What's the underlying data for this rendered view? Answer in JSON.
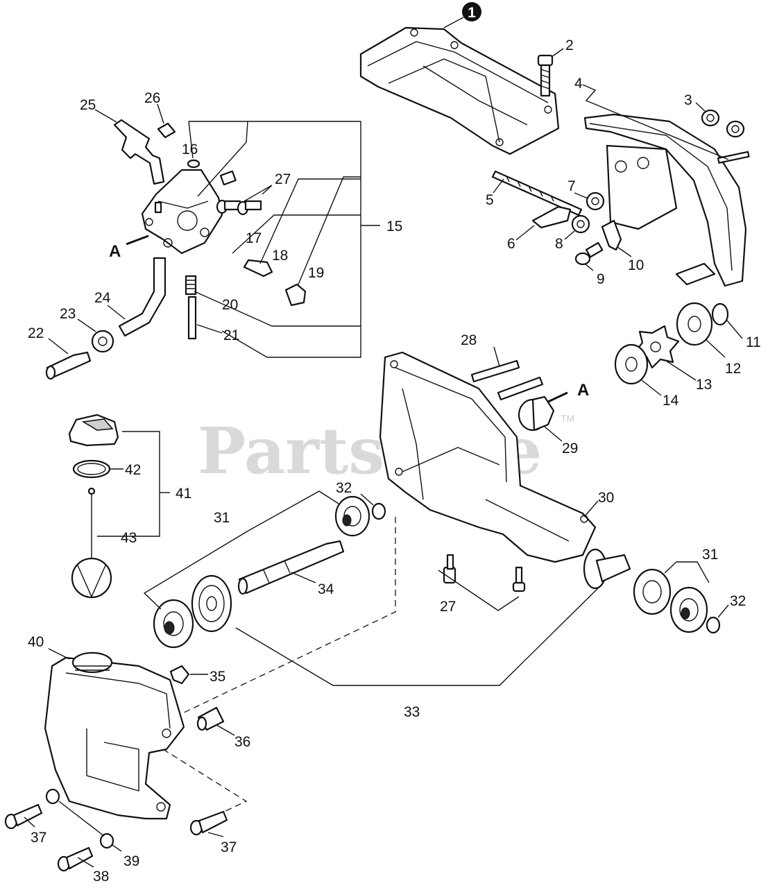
{
  "watermark": {
    "text": "PartsTree",
    "tm": "TM"
  },
  "badge_1": "1",
  "view_marker": "A",
  "callouts": {
    "n2": "2",
    "n3": "3",
    "n4": "4",
    "n5": "5",
    "n6": "6",
    "n7": "7",
    "n8": "8",
    "n9": "9",
    "n10": "10",
    "n11": "11",
    "n12": "12",
    "n13": "13",
    "n14": "14",
    "n15": "15",
    "n16": "16",
    "n17": "17",
    "n18": "18",
    "n19": "19",
    "n20": "20",
    "n21": "21",
    "n22": "22",
    "n23": "23",
    "n24": "24",
    "n25": "25",
    "n26": "26",
    "n27": "27",
    "n28": "28",
    "n29": "29",
    "n30": "30",
    "n31": "31",
    "n32": "32",
    "n33": "33",
    "n34": "34",
    "n35": "35",
    "n36": "36",
    "n37": "37",
    "n38": "38",
    "n39": "39",
    "n40": "40",
    "n41": "41",
    "n42": "42",
    "n43": "43"
  }
}
